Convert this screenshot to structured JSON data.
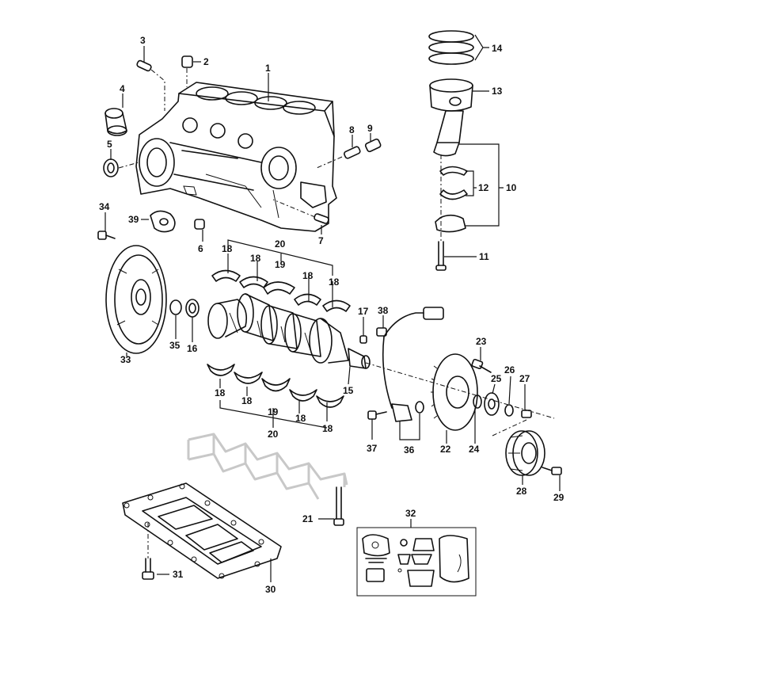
{
  "callouts": {
    "c1": "1",
    "c2": "2",
    "c3": "3",
    "c4": "4",
    "c5": "5",
    "c6": "6",
    "c7": "7",
    "c8": "8",
    "c9": "9",
    "c10": "10",
    "c11": "11",
    "c12": "12",
    "c13": "13",
    "c14": "14",
    "c15": "15",
    "c16": "16",
    "c17": "17",
    "c18": "18",
    "c19": "19",
    "c20": "20",
    "c21": "21",
    "c22": "22",
    "c23": "23",
    "c24": "24",
    "c25": "25",
    "c26": "26",
    "c27": "27",
    "c28": "28",
    "c29": "29",
    "c30": "30",
    "c31": "31",
    "c32": "32",
    "c33": "33",
    "c34": "34",
    "c35": "35",
    "c36": "36",
    "c37": "37",
    "c38": "38",
    "c39": "39"
  },
  "colors": {
    "line": "#111111",
    "ghost": "#c8c8c8",
    "background": "#ffffff"
  }
}
